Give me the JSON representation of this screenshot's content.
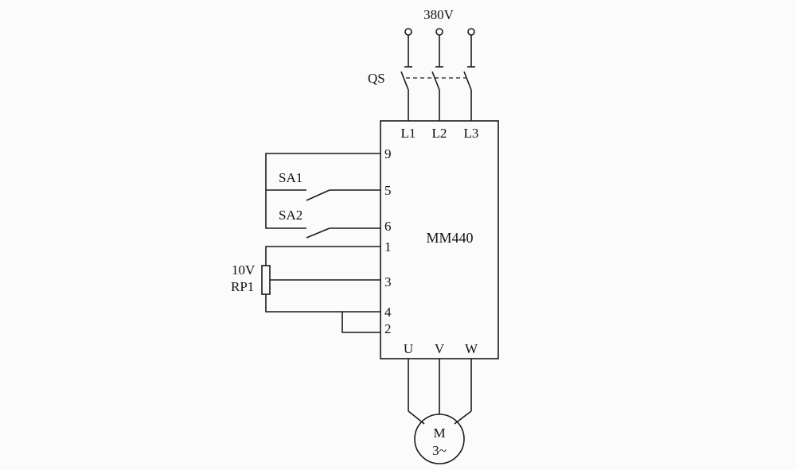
{
  "supply": {
    "voltage_label": "380V"
  },
  "breaker": {
    "label": "QS"
  },
  "inverter": {
    "model": "MM440",
    "input_terminals": [
      "L1",
      "L2",
      "L3"
    ],
    "output_terminals": [
      "U",
      "V",
      "W"
    ],
    "control_terminals": [
      "9",
      "5",
      "6",
      "1",
      "3",
      "4",
      "2"
    ]
  },
  "switches": {
    "sa1": "SA1",
    "sa2": "SA2"
  },
  "potentiometer": {
    "voltage": "10V",
    "name": "RP1"
  },
  "motor": {
    "line1": "M",
    "line2": "3~"
  }
}
